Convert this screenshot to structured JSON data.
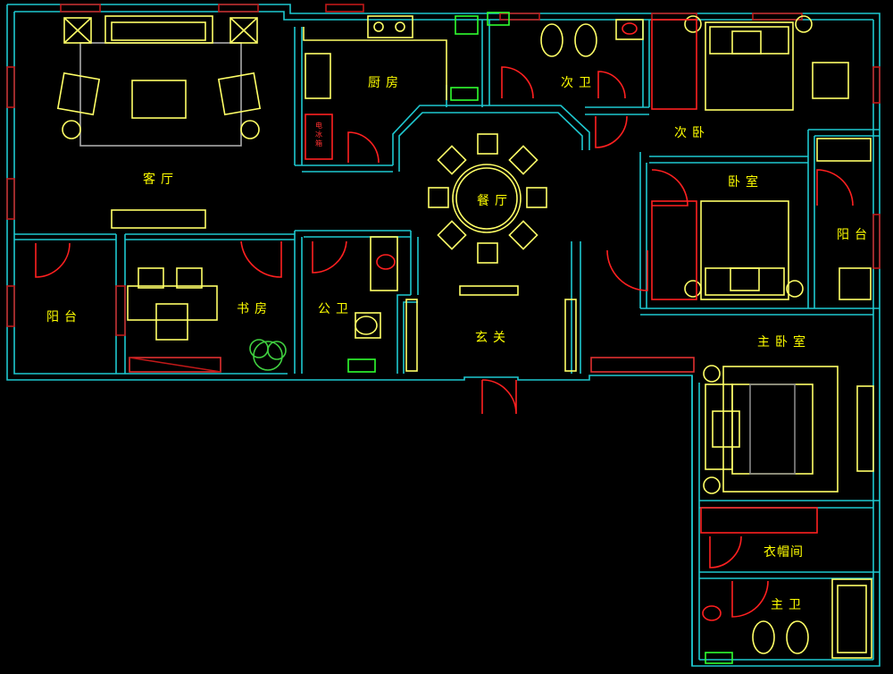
{
  "colors": {
    "wall": "#1ec8d0",
    "furniture": "#ffff66",
    "door": "#ff2020",
    "window": "#c01818",
    "green": "#30ff30",
    "plant": "#40d040",
    "label": "#ffff00",
    "background": "#000000"
  },
  "rooms": {
    "living": "客厅",
    "kitchen": "厨房",
    "second_bath": "次卫",
    "second_bedroom": "次卧",
    "bedroom": "卧室",
    "balcony_right": "阳台",
    "dining": "餐厅",
    "balcony_left": "阳台",
    "study": "书房",
    "public_bath": "公卫",
    "entrance": "玄关",
    "master_bedroom": "主卧室",
    "cloakroom": "衣帽间",
    "master_bath": "主卫",
    "fridge": "电冰箱"
  }
}
